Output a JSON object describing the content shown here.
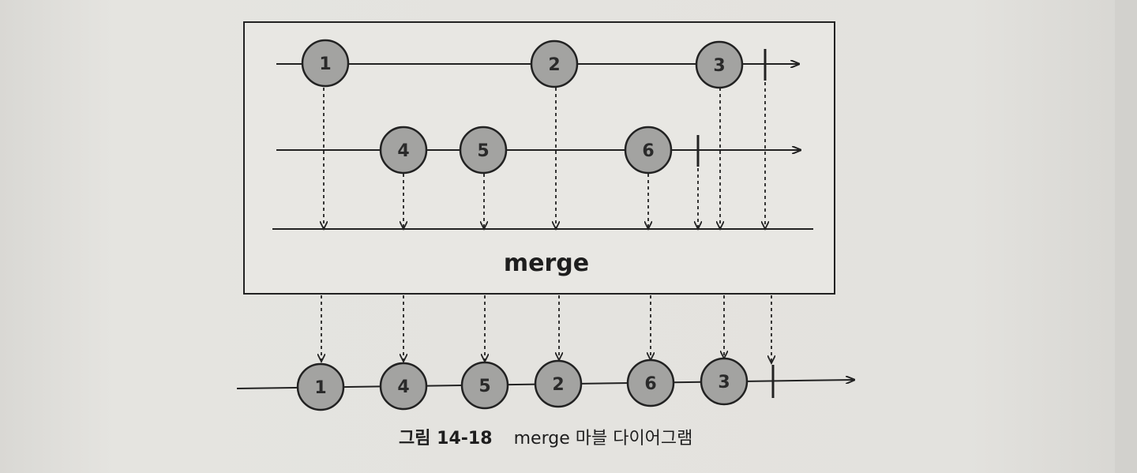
{
  "diagram": {
    "operator_label": "merge",
    "caption": {
      "number": "그림 14-18",
      "text": "merge 마블 다이어그램"
    },
    "input_stream_1": {
      "marbles": [
        "1",
        "2",
        "3"
      ]
    },
    "input_stream_2": {
      "marbles": [
        "4",
        "5",
        "6"
      ]
    },
    "output_stream": {
      "marbles": [
        "1",
        "4",
        "5",
        "2",
        "6",
        "3"
      ]
    },
    "colors": {
      "marble_fill": "#a3a3a1",
      "stroke": "#222222",
      "page_background": "#e4e3df"
    }
  }
}
